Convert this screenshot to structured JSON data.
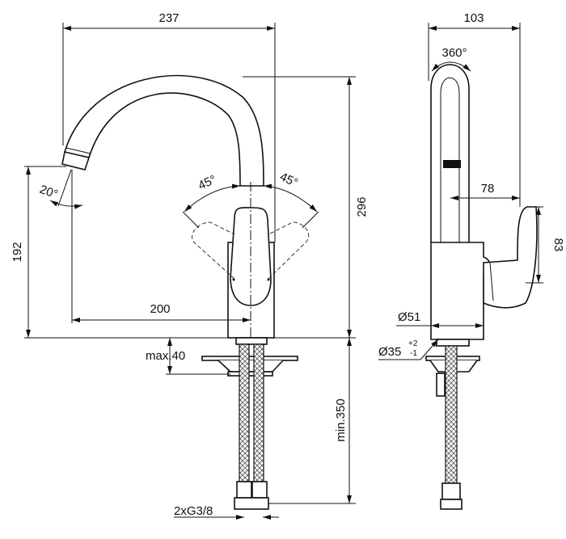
{
  "front_view": {
    "width_total": "237",
    "height_total": "296",
    "spout_height": "192",
    "spout_reach": "200",
    "spout_angle": "20°",
    "lever_angle_left": "45°",
    "lever_angle_right": "45°",
    "deck_thickness": "max.40",
    "hose_length": "min.350",
    "connection": "2xG3/8"
  },
  "side_view": {
    "depth_total": "103",
    "rotation": "360°",
    "lever_reach": "78",
    "lever_height": "83",
    "base_diameter": "Ø51",
    "hole_diameter": "Ø35",
    "hole_tol_plus": "+2",
    "hole_tol_minus": "-1"
  }
}
